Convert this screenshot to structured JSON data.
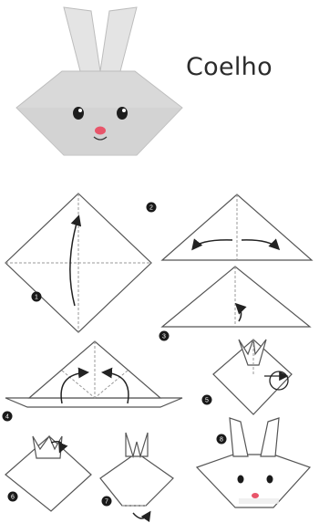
{
  "title": "Coelho",
  "steps": [
    {
      "number": "1"
    },
    {
      "number": "2"
    },
    {
      "number": "3"
    },
    {
      "number": "4"
    },
    {
      "number": "5"
    },
    {
      "number": "6"
    },
    {
      "number": "7"
    },
    {
      "number": "8"
    }
  ],
  "colors": {
    "paper": "#dcdcdc",
    "paper_shade": "#c4c4c4",
    "line": "#444444",
    "crease": "#9a9a9a",
    "nose": "#e8556a",
    "badge": "#1a1a1a"
  }
}
